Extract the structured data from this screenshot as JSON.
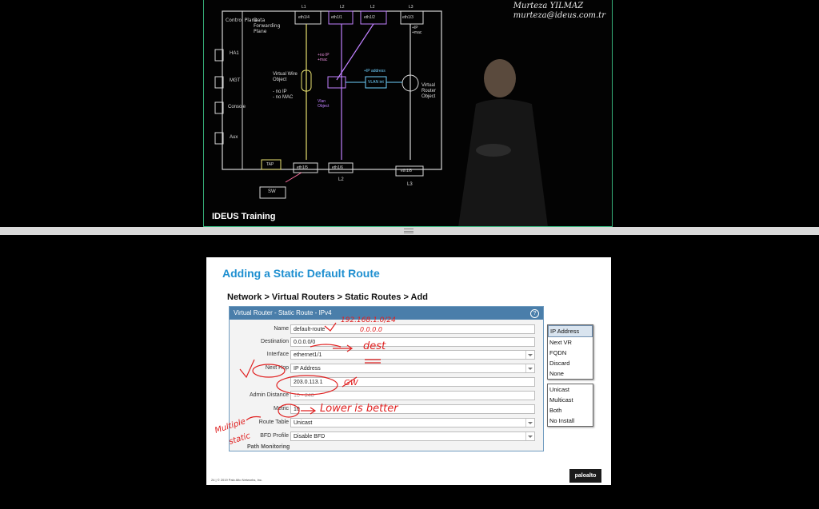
{
  "video": {
    "label": "IDEUS Training",
    "presenter_name": "Murteza YILMAZ",
    "presenter_email": "murteza@ideus.com.tr",
    "board": {
      "control_plane": "Control Plane",
      "data_plane": "Data Forwarding Plane",
      "ports": [
        "HA1",
        "MGT",
        "Console",
        "Aux"
      ],
      "top_tags": [
        "L1",
        "L2",
        "L2",
        "L3"
      ],
      "top_ifaces": [
        "eth1/4",
        "eth1/1",
        "eth1/2",
        "eth1/3"
      ],
      "notes": [
        "Virtual Wire Object",
        "- no IP",
        "- no MAC",
        "+no IP +mac",
        "Vlan Object",
        "+IP address",
        "VLAN int",
        "+IP +mac",
        "Virtual Router Object",
        "L1",
        "L2",
        "L3"
      ],
      "bottom_ifaces": [
        "eth1/5",
        "eth1/6",
        "eth1/8"
      ],
      "bottom_tags": [
        "TAP",
        "L2",
        "L3"
      ],
      "switch": "SW"
    }
  },
  "slide": {
    "title": "Adding a Static Default Route",
    "path": "Network > Virtual Routers > Static Routes > Add",
    "dialog_title": "Virtual Router - Static Route - IPv4",
    "fields": {
      "name_label": "Name",
      "name_value": "default-route",
      "destination_label": "Destination",
      "destination_value": "0.0.0.0/0",
      "interface_label": "Interface",
      "interface_value": "ethernet1/1",
      "nexthop_label": "Next Hop",
      "nexthop_value": "IP Address",
      "nexthop_ip": "203.0.113.1",
      "admin_label": "Admin Distance",
      "admin_value": "10 - 240",
      "metric_label": "Metric",
      "metric_value": "10",
      "routetable_label": "Route Table",
      "routetable_value": "Unicast",
      "bfd_label": "BFD Profile",
      "bfd_value": "Disable BFD",
      "pathmon_label": "Path Monitoring"
    },
    "nexthop_options": [
      "IP Address",
      "Next VR",
      "FQDN",
      "Discard",
      "None"
    ],
    "routetable_options": [
      "Unicast",
      "Multicast",
      "Both",
      "No Install"
    ],
    "footer": "24 | © 2019 Palo Alto Networks, Inc.",
    "logo": "paloalto",
    "annotations": {
      "ip": "192.168.1.0/24",
      "zero": "0.0.0.0",
      "dest": "dest",
      "gw": "GW",
      "lower": "Lower is better",
      "multiple": "Multiple",
      "static": "static"
    }
  },
  "colors": {
    "accent": "#1e8fd0",
    "dialog_header": "#4a7eaa",
    "ink": "#e02020",
    "border": "#36b07a"
  }
}
